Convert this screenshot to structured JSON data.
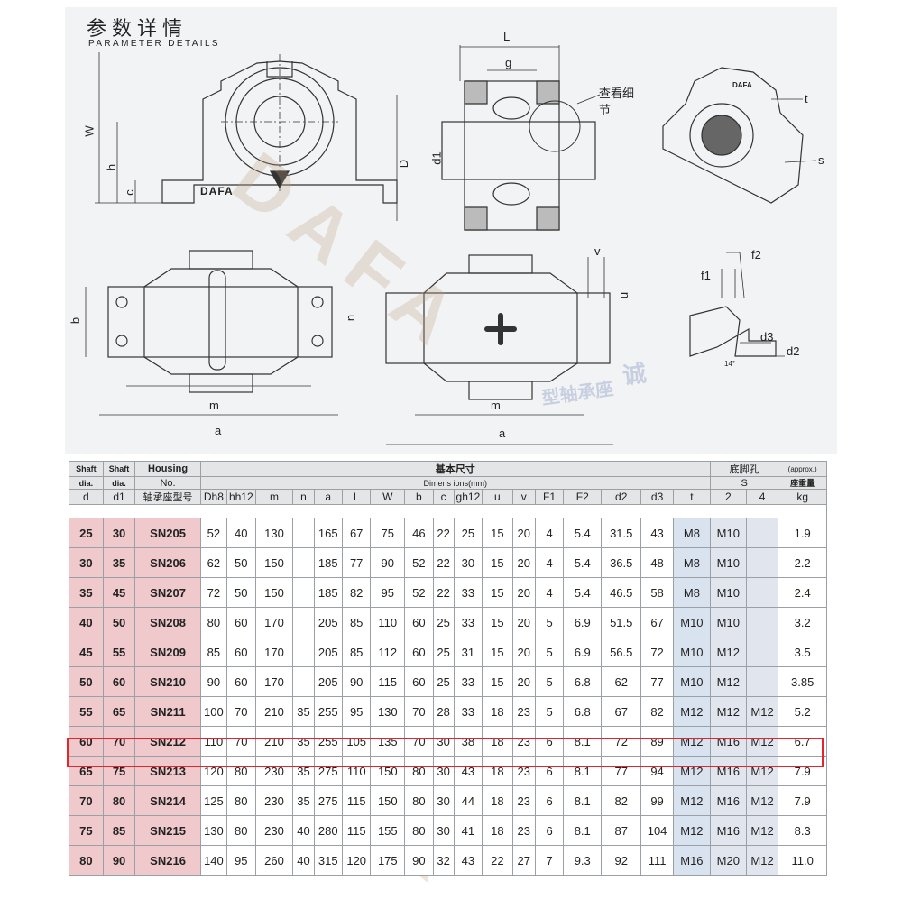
{
  "header": {
    "title_cn": "参数详情",
    "title_en": "PARAMETER DETAILS"
  },
  "drawing": {
    "dim_labels": [
      "L",
      "g",
      "W",
      "h",
      "c",
      "D",
      "d1",
      "t",
      "s",
      "v",
      "u",
      "f1",
      "f2",
      "b",
      "n",
      "m",
      "a",
      "m",
      "a",
      "d3",
      "d2"
    ],
    "callout_cn": [
      "查看细",
      "节"
    ],
    "brand": "DAFA",
    "angle": "14°",
    "watermark": "DAFA",
    "watermark_cn": "诚",
    "watermark_cn2": "型轴承座",
    "housing_text": "DAFA"
  },
  "table": {
    "header_row1": [
      "Shaft",
      "Shaft",
      "Housing",
      "基本尺寸",
      "底脚孔",
      "(approx.)"
    ],
    "header_row2": [
      "dia.",
      "dia.",
      "No.",
      "Dimens ions(mm)",
      "S",
      "座重量"
    ],
    "header_row3": [
      "d",
      "d1",
      "轴承座型号",
      "Dh8",
      "hh12",
      "m",
      "n",
      "a",
      "L",
      "W",
      "b",
      "c",
      "gh12",
      "u",
      "v",
      "F1",
      "F2",
      "d2",
      "d3",
      "t",
      "2",
      "4",
      "kg"
    ],
    "rows": [
      [
        "25",
        "30",
        "SN205",
        "52",
        "40",
        "130",
        "",
        "165",
        "67",
        "75",
        "46",
        "22",
        "25",
        "15",
        "20",
        "4",
        "5.4",
        "31.5",
        "43",
        "M8",
        "M10",
        "",
        "1.9"
      ],
      [
        "30",
        "35",
        "SN206",
        "62",
        "50",
        "150",
        "",
        "185",
        "77",
        "90",
        "52",
        "22",
        "30",
        "15",
        "20",
        "4",
        "5.4",
        "36.5",
        "48",
        "M8",
        "M10",
        "",
        "2.2"
      ],
      [
        "35",
        "45",
        "SN207",
        "72",
        "50",
        "150",
        "",
        "185",
        "82",
        "95",
        "52",
        "22",
        "33",
        "15",
        "20",
        "4",
        "5.4",
        "46.5",
        "58",
        "M8",
        "M10",
        "",
        "2.4"
      ],
      [
        "40",
        "50",
        "SN208",
        "80",
        "60",
        "170",
        "",
        "205",
        "85",
        "110",
        "60",
        "25",
        "33",
        "15",
        "20",
        "5",
        "6.9",
        "51.5",
        "67",
        "M10",
        "M10",
        "",
        "3.2"
      ],
      [
        "45",
        "55",
        "SN209",
        "85",
        "60",
        "170",
        "",
        "205",
        "85",
        "112",
        "60",
        "25",
        "31",
        "15",
        "20",
        "5",
        "6.9",
        "56.5",
        "72",
        "M10",
        "M12",
        "",
        "3.5"
      ],
      [
        "50",
        "60",
        "SN210",
        "90",
        "60",
        "170",
        "",
        "205",
        "90",
        "115",
        "60",
        "25",
        "33",
        "15",
        "20",
        "5",
        "6.8",
        "62",
        "77",
        "M10",
        "M12",
        "",
        "3.85"
      ],
      [
        "55",
        "65",
        "SN211",
        "100",
        "70",
        "210",
        "35",
        "255",
        "95",
        "130",
        "70",
        "28",
        "33",
        "18",
        "23",
        "5",
        "6.8",
        "67",
        "82",
        "M12",
        "M12",
        "M12",
        "5.2"
      ],
      [
        "60",
        "70",
        "SN212",
        "110",
        "70",
        "210",
        "35",
        "255",
        "105",
        "135",
        "70",
        "30",
        "38",
        "18",
        "23",
        "6",
        "8.1",
        "72",
        "89",
        "M12",
        "M16",
        "M12",
        "6.7"
      ],
      [
        "65",
        "75",
        "SN213",
        "120",
        "80",
        "230",
        "35",
        "275",
        "110",
        "150",
        "80",
        "30",
        "43",
        "18",
        "23",
        "6",
        "8.1",
        "77",
        "94",
        "M12",
        "M16",
        "M12",
        "7.9"
      ],
      [
        "70",
        "80",
        "SN214",
        "125",
        "80",
        "230",
        "35",
        "275",
        "115",
        "150",
        "80",
        "30",
        "44",
        "18",
        "23",
        "6",
        "8.1",
        "82",
        "99",
        "M12",
        "M16",
        "M12",
        "7.9"
      ],
      [
        "75",
        "85",
        "SN215",
        "130",
        "80",
        "230",
        "40",
        "280",
        "115",
        "155",
        "80",
        "30",
        "41",
        "18",
        "23",
        "6",
        "8.1",
        "87",
        "104",
        "M12",
        "M16",
        "M12",
        "8.3"
      ],
      [
        "80",
        "90",
        "SN216",
        "140",
        "95",
        "260",
        "40",
        "315",
        "120",
        "175",
        "90",
        "32",
        "43",
        "22",
        "27",
        "7",
        "9.3",
        "92",
        "111",
        "M16",
        "M20",
        "M12",
        "11.0"
      ]
    ],
    "highlight_row": 7,
    "colors": {
      "pink": "#efc9cc",
      "blue": "#d9e2ef",
      "header": "#e4e5e7",
      "highlight": "#e3262d"
    }
  }
}
